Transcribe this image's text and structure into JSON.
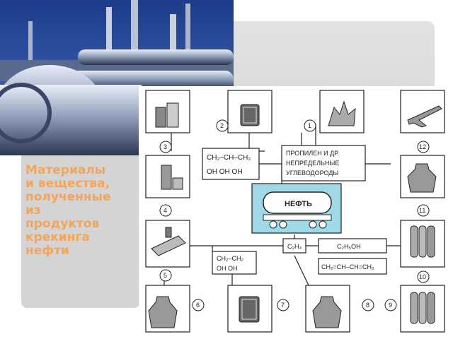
{
  "slide": {
    "title": "Материалы\nи вещества,\nполученные\nиз\nпродуктов\nкрекинга\nнефти"
  },
  "diagram": {
    "center_label": "НЕФТЬ",
    "propylene_label_1": "ПРОПИЛЕН И ДР.",
    "propylene_label_2": "НЕПРЕДЕЛЬНЫЕ",
    "propylene_label_3": "УГЛЕВОДОРОДЫ",
    "glycerol_formula_top": "CH₂–CH–CH₂",
    "glycerol_formula_bottom": "OH   OH   OH",
    "glycol_formula_top": "CH₂–CH₂",
    "glycol_formula_bottom": "OH    OH",
    "ethylene_formula": "C₂H₄",
    "ethanol_formula": "C₂H₅OH",
    "butadiene_formula": "CH₂=CH–CH=CH₂",
    "numbers": {
      "n1": "1",
      "n2": "2",
      "n3": "3",
      "n4": "4",
      "n5": "5",
      "n6": "6",
      "n7": "7",
      "n8": "8",
      "n9": "9",
      "n10": "10",
      "n11": "11",
      "n12": "12"
    }
  },
  "colors": {
    "accent_title": "#f4a55a",
    "tank_highlight": "#9fd9e8"
  }
}
